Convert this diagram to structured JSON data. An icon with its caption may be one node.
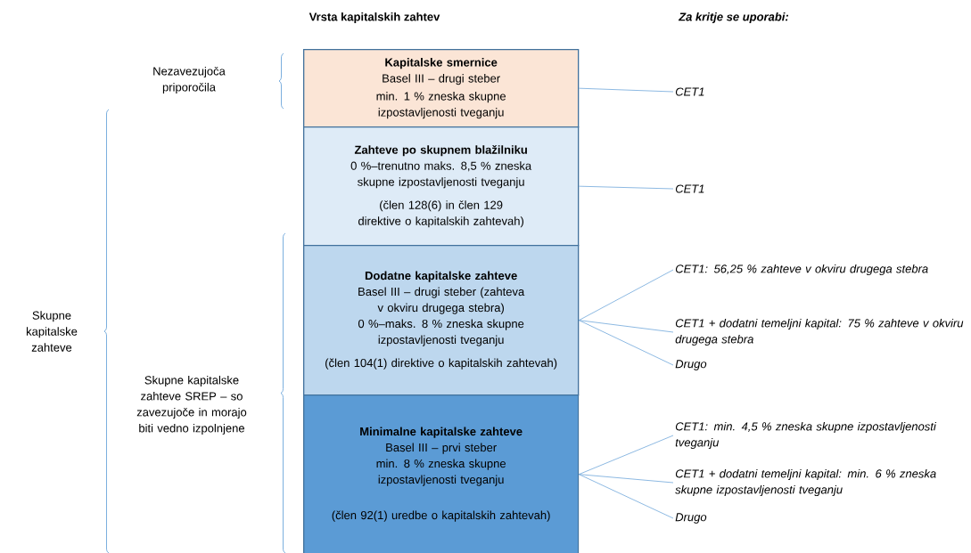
{
  "diagram": {
    "nodes": [
      {
        "text": [
          "Kapitalske smernice",
          "Basel III – drugi steber",
          "min. 1 % zneska skupne izpostavljenosti tveganju"
        ]
      },
      {
        "text": [
          "Zahteve po skupnem blažilniku",
          "0 %–trenutno maks. 8,5 % zneska skupne izpostavljenosti tveganju",
          "(člen 128(6) in člen 129 direktive o kapitalskih zahtevah)"
        ]
      },
      {
        "text": [
          "Dodatne kapitalske zahteve",
          "Basel III – drugi steber (zahteva v okviru drugega stebra)",
          "0 %–maks. 8 % zneska skupne izpostavljenosti tveganju",
          "(člen 104(1) direktive o kapitalskih zahtevah)"
        ]
      },
      {
        "text": [
          "Minimalne kapitalske zahteve",
          "Basel III – prvi steber",
          "min. 8 % zneska skupne izpostavljenosti tveganju",
          "(člen 92(1) uredbe o kapitalskih zahtevah)"
        ]
      },
      {
        "text": [
          "CET1"
        ]
      },
      {
        "text": [
          "CET1"
        ]
      },
      {
        "text": [
          "CET1: 56,25 % zahteve v okviru drugega stebra"
        ]
      },
      {
        "text": [
          "CET1 + dodatni temeljni kapital: 75 % zahteve v okviru drugega stebra"
        ]
      },
      {
        "text": [
          "Drugo"
        ]
      },
      {
        "text": [
          "CET1: min. 4,5 % zneska skupne izpostavljenosti tveganju"
        ]
      },
      {
        "text": [
          "CET1 + dodatni temeljni kapital: min. 6 % zneska skupne izpostavljenosti tveganju"
        ]
      },
      {
        "text": [
          "Drugo"
        ]
      }
    ],
    "edges": [
      {
        "from": 0,
        "to": 4,
        "arrow": "none"
      },
      {
        "from": 1,
        "to": 5,
        "arrow": "none"
      },
      {
        "from": 2,
        "to": 6,
        "arrow": "none"
      },
      {
        "from": 2,
        "to": 7,
        "arrow": "none"
      },
      {
        "from": 2,
        "to": 8,
        "arrow": "none"
      },
      {
        "from": 3,
        "to": 9,
        "arrow": "none"
      },
      {
        "from": 3,
        "to": 10,
        "arrow": "none"
      },
      {
        "from": 3,
        "to": 11,
        "arrow": "none"
      }
    ],
    "labels": [
      "Vrsta kapitalskih zahtev",
      "Za kritje se uporabi:",
      "Nezavezujoča priporočila",
      "Skupne kapitalske zahteve",
      "Skupne kapitalske zahteve SREP – so zavezujoče in morajo biti vedno izpolnjene"
    ]
  }
}
